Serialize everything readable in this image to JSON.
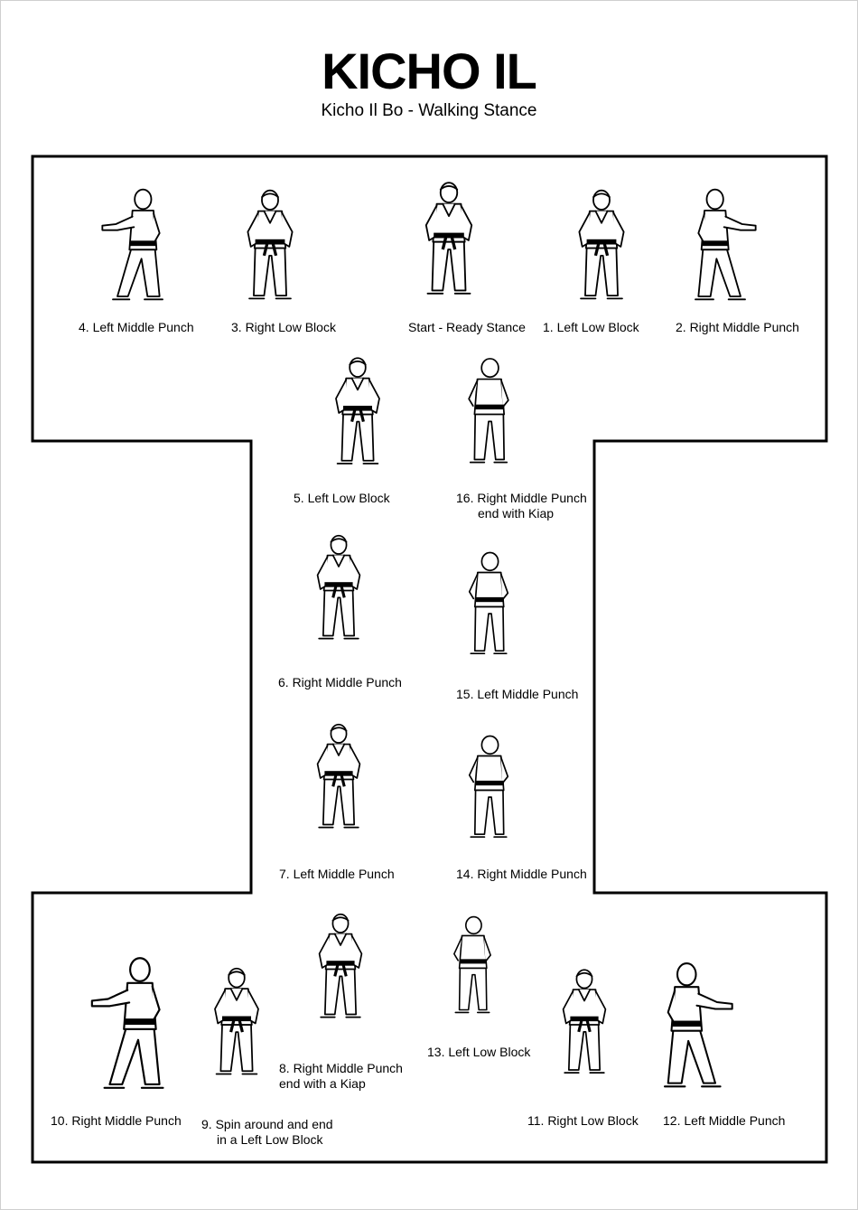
{
  "header": {
    "title": "KICHO IL",
    "subtitle": "Kicho Il Bo - Walking Stance"
  },
  "moves": {
    "m4": {
      "line1": "4. Left Middle Punch",
      "line2": ""
    },
    "m3": {
      "line1": "3. Right Low Block",
      "line2": ""
    },
    "start": {
      "line1": "Start - Ready Stance",
      "line2": ""
    },
    "m1": {
      "line1": "1. Left Low Block",
      "line2": ""
    },
    "m2": {
      "line1": "2. Right Middle Punch",
      "line2": ""
    },
    "m5": {
      "line1": "5. Left Low Block",
      "line2": ""
    },
    "m16": {
      "line1": "16.  Right Middle Punch",
      "line2": "end with Kiap"
    },
    "m6": {
      "line1": "6. Right Middle Punch",
      "line2": ""
    },
    "m15": {
      "line1": "15. Left Middle Punch",
      "line2": ""
    },
    "m7": {
      "line1": "7. Left Middle Punch",
      "line2": ""
    },
    "m14": {
      "line1": "14. Right Middle Punch",
      "line2": ""
    },
    "m8": {
      "line1": "8. Right Middle Punch",
      "line2": "end with a Kiap"
    },
    "m13": {
      "line1": "13. Left Low Block",
      "line2": ""
    },
    "m10": {
      "line1": "10. Right Middle Punch",
      "line2": ""
    },
    "m9": {
      "line1": "9.  Spin around and end",
      "line2": "in a Left Low Block"
    },
    "m11": {
      "line1": "11. Right Low Block",
      "line2": ""
    },
    "m12": {
      "line1": "12. Left Middle Punch",
      "line2": ""
    }
  },
  "figure_icons": {
    "front": "martial-artist-front-icon",
    "back": "martial-artist-back-icon",
    "side": "martial-artist-side-icon"
  }
}
